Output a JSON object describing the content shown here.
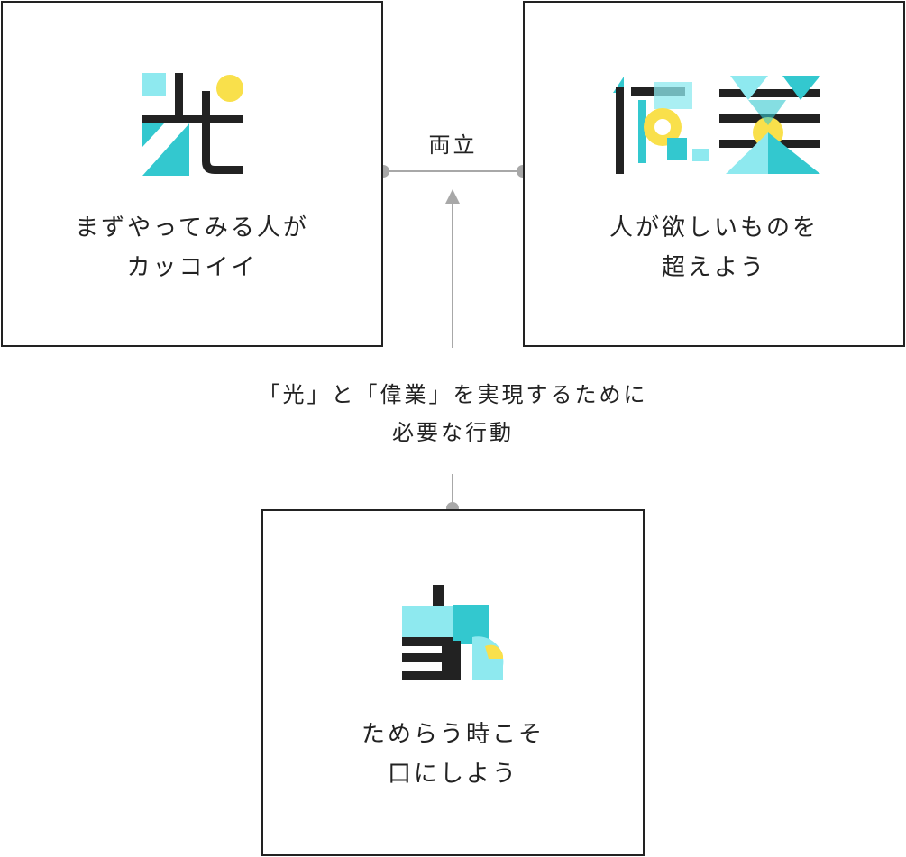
{
  "diagram": {
    "top_connector_label": "両立",
    "middle_label_lines": [
      "「光」と「偉業」を実現するために",
      "必要な行動"
    ]
  },
  "boxes": {
    "hikari": {
      "logo_icon": "hikari-kanji-logo-icon",
      "caption_lines": [
        "まずやってみる人が",
        "カッコイイ"
      ]
    },
    "igyou": {
      "logo_icon": "igyou-kanji-logo-icon",
      "caption_lines": [
        "人が欲しいものを",
        "超えよう"
      ]
    },
    "kou": {
      "logo_icon": "kou-kanji-logo-icon",
      "caption_lines": [
        "ためらう時こそ",
        "口にしよう"
      ]
    }
  },
  "colors": {
    "ink": "#222222",
    "cyan": "#33c8cf",
    "light_cyan": "#8ee9ef",
    "yellow": "#f9e04b",
    "line_gray": "#a8a8a8"
  }
}
